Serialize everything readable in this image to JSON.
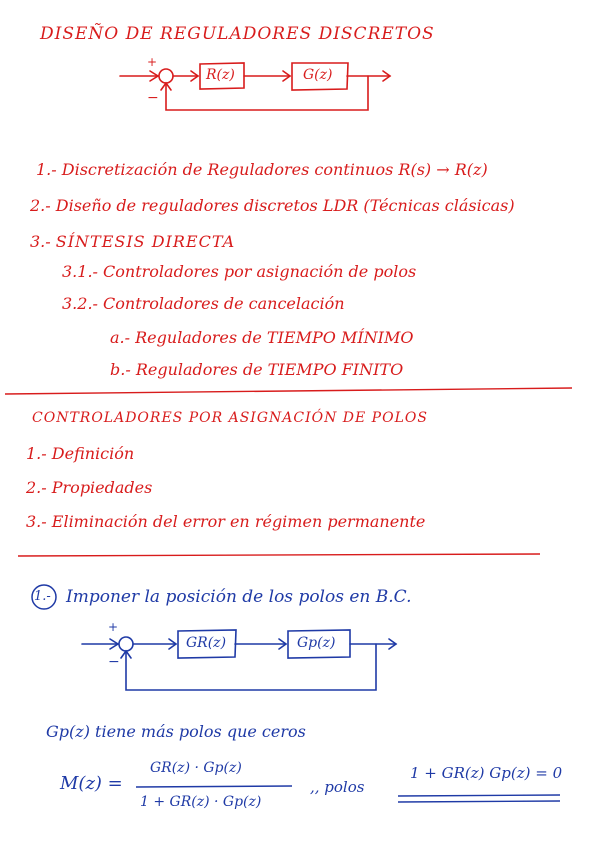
{
  "title": "DISEÑO DE REGULADORES DISCRETOS",
  "diagram1": {
    "block1": "R(z)",
    "block2": "G(z)",
    "plus": "+",
    "minus": "−"
  },
  "outline": [
    {
      "num": "1.-",
      "text": "Discretización de Reguladores continuos  R(s) → R(z)"
    },
    {
      "num": "2.-",
      "text": "Diseño de reguladores discretos  LDR (Técnicas clásicas)"
    },
    {
      "num": "3.-",
      "text": "SÍNTESIS DIRECTA"
    },
    {
      "num": "3.1.-",
      "text": "Controladores por asignación de polos"
    },
    {
      "num": "3.2.-",
      "text": "Controladores de cancelación"
    },
    {
      "num": "a.-",
      "text": "Reguladores de TIEMPO MÍNIMO"
    },
    {
      "num": "b.-",
      "text": "Reguladores de TIEMPO FINITO"
    }
  ],
  "section2": {
    "heading": "CONTROLADORES POR ASIGNACIÓN DE POLOS",
    "items": [
      {
        "num": "1.-",
        "text": "Definición"
      },
      {
        "num": "2.-",
        "text": "Propiedades"
      },
      {
        "num": "3.-",
        "text": "Eliminación del error en régimen permanente"
      }
    ]
  },
  "section3": {
    "circled_num": "1.-",
    "line1": "Imponer la posición de los polos en B.C.",
    "diagram2": {
      "block1": "GR(z)",
      "block2": "Gp(z)",
      "plus": "+",
      "minus": "−"
    },
    "line2": "Gp(z) tiene más polos que ceros",
    "formula_lhs": "M(z) =",
    "formula_num": "GR(z) · Gp(z)",
    "formula_den": "1 + GR(z) · Gp(z)",
    "formula_sep": ",, polos",
    "formula_rhs": "1 + GR(z) Gp(z) = 0"
  },
  "colors": {
    "red": "#d81c1c",
    "blue": "#1f3aa6"
  }
}
